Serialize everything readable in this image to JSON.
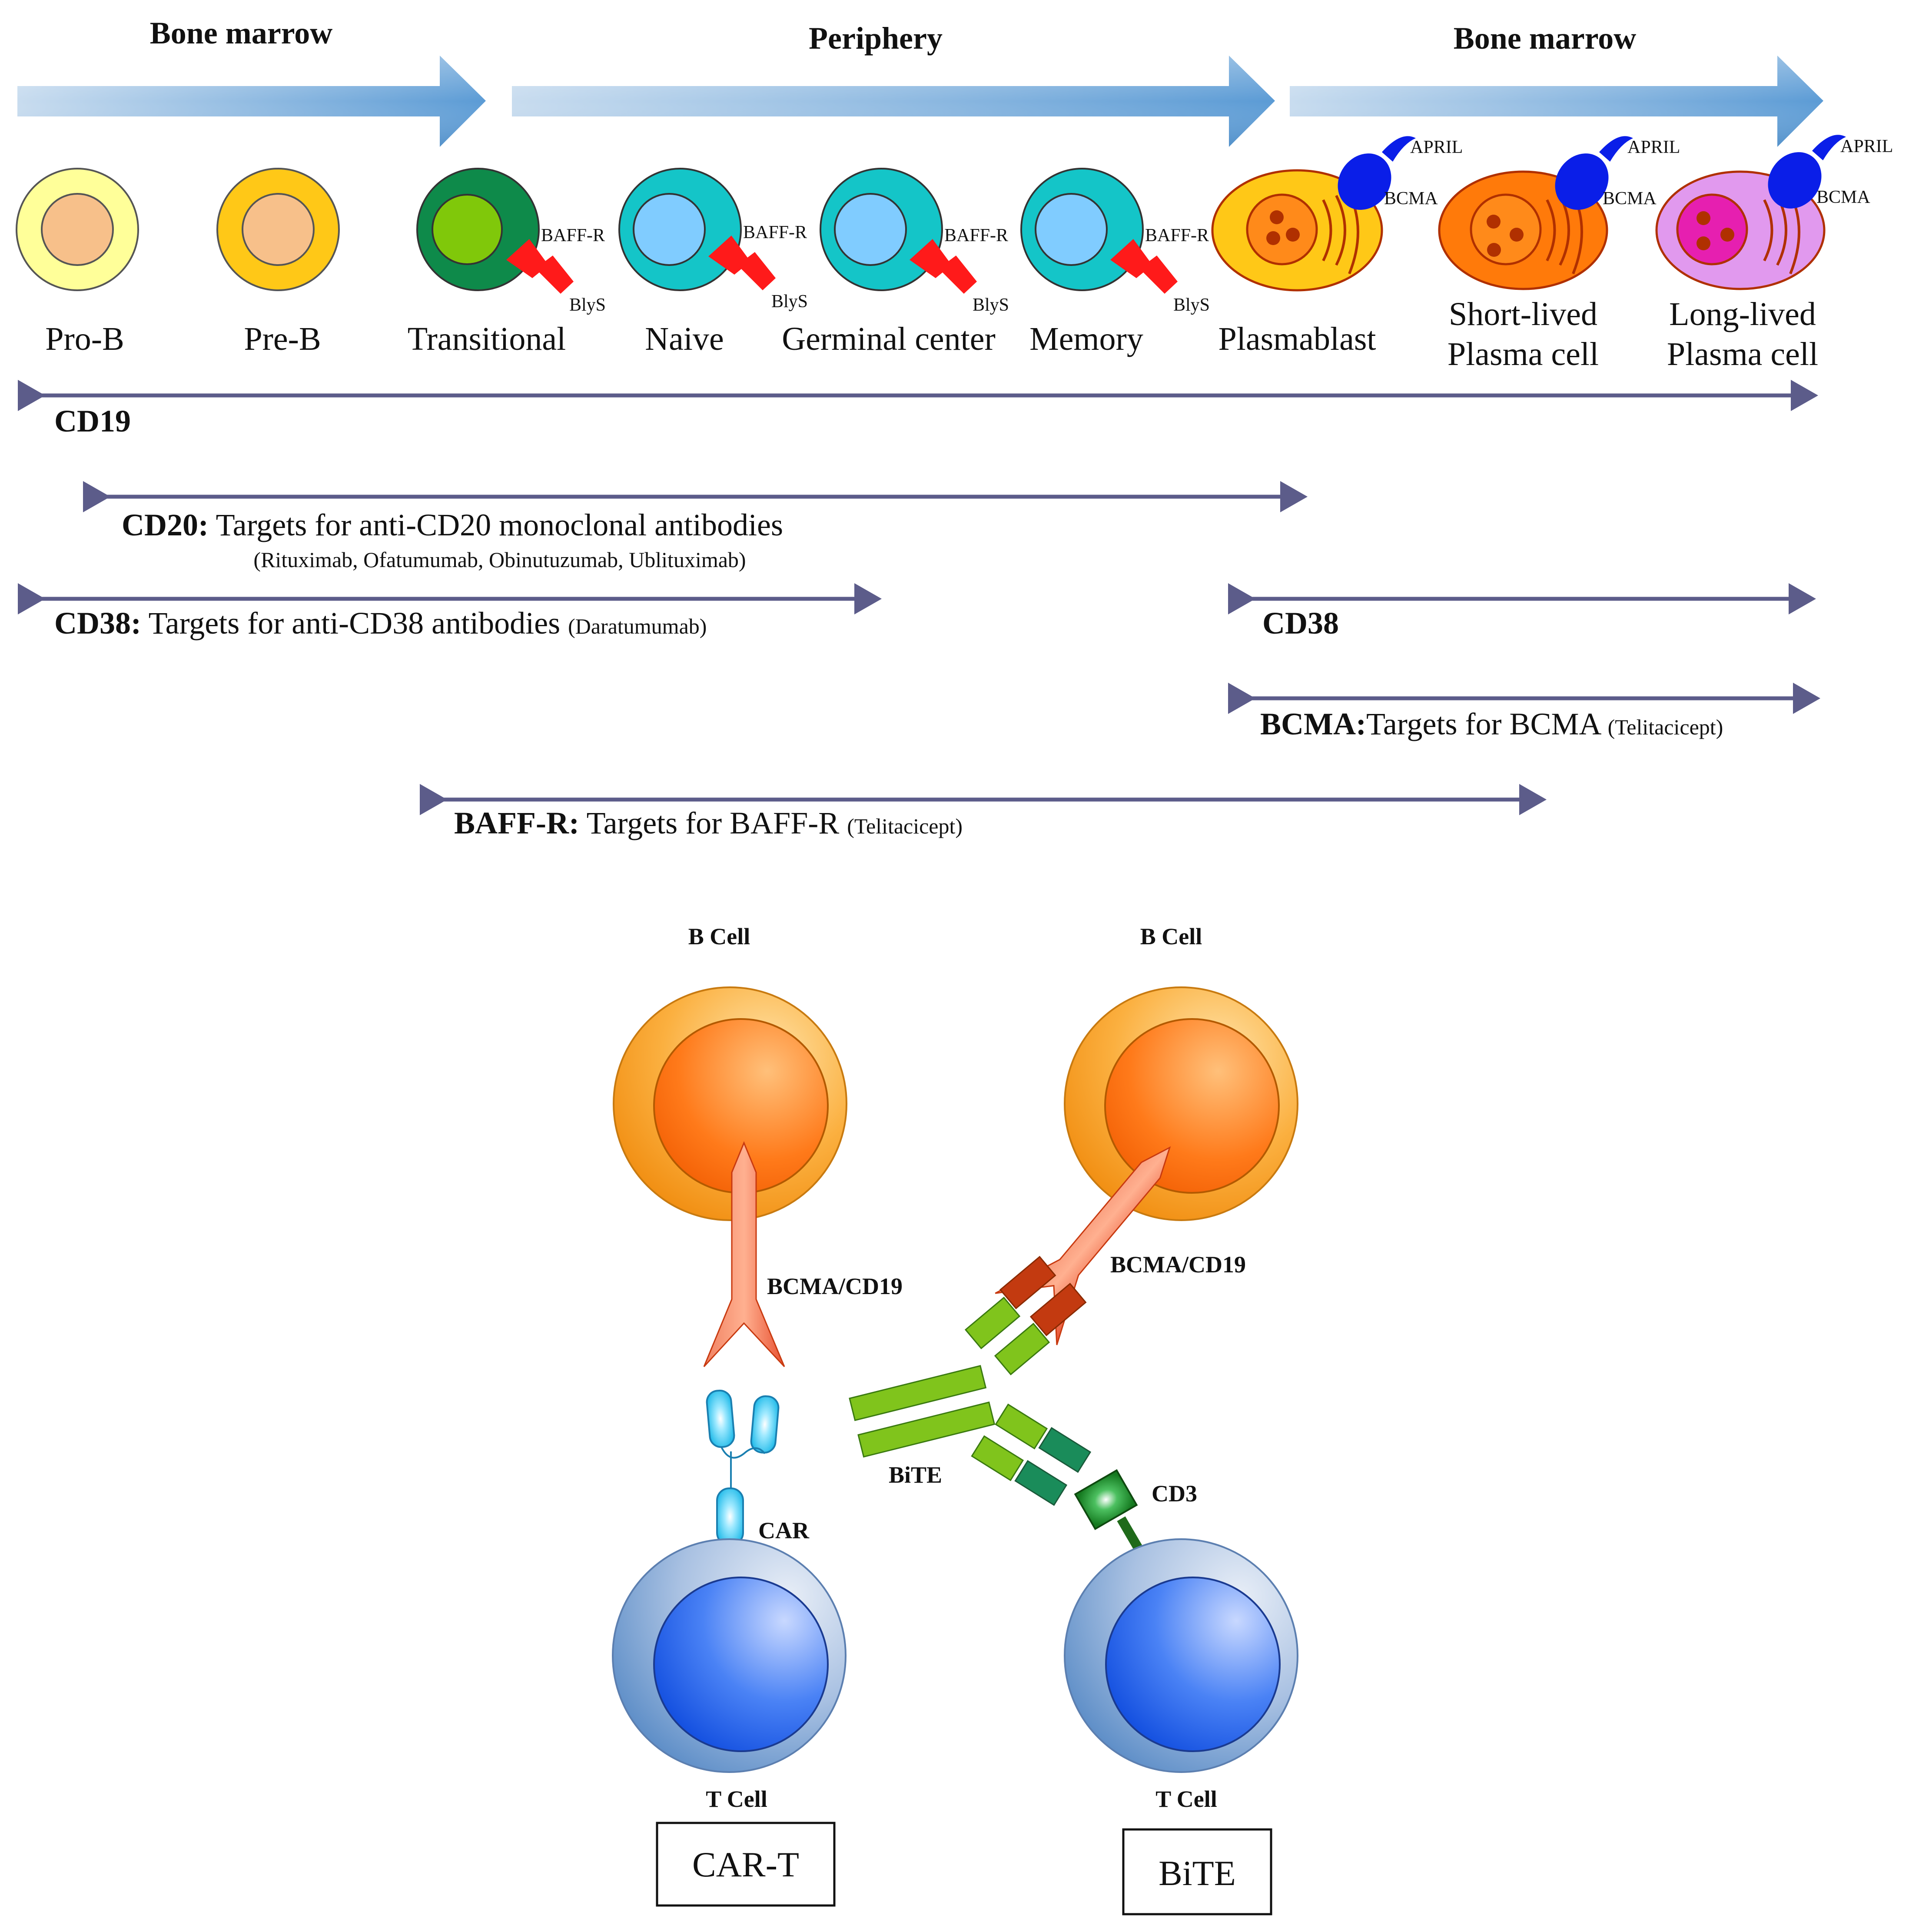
{
  "compartments": {
    "bone_marrow_left": "Bone marrow",
    "periphery": "Periphery",
    "bone_marrow_right": "Bone marrow"
  },
  "stages": {
    "pro_b": "Pro-B",
    "pre_b": "Pre-B",
    "transitional": "Transitional",
    "naive": "Naive",
    "germinal_center": "Germinal center",
    "memory": "Memory",
    "plasmablast": "Plasmablast",
    "short_lived_1": "Short-lived",
    "short_lived_2": "Plasma cell",
    "long_lived_1": "Long-lived",
    "long_lived_2": "Plasma cell"
  },
  "receptors": {
    "baff_r": "BAFF-R",
    "blys": "BlyS",
    "april": "APRIL",
    "bcma": "BCMA"
  },
  "markers": {
    "cd19": {
      "name": "CD19"
    },
    "cd20": {
      "name": "CD20:",
      "desc": " Targets for anti-CD20 monoclonal antibodies",
      "drugs": "(Rituximab, Ofatumumab, Obinutuzumab, Ublituximab)"
    },
    "cd38_left": {
      "name": "CD38:",
      "desc": " Targets for anti-CD38 antibodies ",
      "drugs": "(Daratumumab)"
    },
    "cd38_right": {
      "name": "CD38"
    },
    "bcma": {
      "name": "BCMA:",
      "desc": "Targets for BCMA ",
      "drugs": "(Telitacicept)"
    },
    "baff_r": {
      "name": "BAFF-R:",
      "desc": " Targets for BAFF-R ",
      "drugs": "(Telitacicept)"
    }
  },
  "therapy": {
    "b_cell_left": "B Cell",
    "b_cell_right": "B Cell",
    "target_left": "BCMA/CD19",
    "target_right": "BCMA/CD19",
    "car": "CAR",
    "bite_molecule": "BiTE",
    "cd3": "CD3",
    "t_cell_left": "T Cell",
    "t_cell_right": "T Cell",
    "box_left": "CAR-T",
    "box_right": "BiTE"
  },
  "colors": {
    "flow_arrow": "#5b9bd5",
    "range_arrow": "#5c5c8a",
    "b_cell_outer": "#f7a21d",
    "b_cell_inner": "#ff7a1a",
    "t_cell_outer": "#8fb2da",
    "t_cell_inner": "#2f6df2",
    "baff_r": "#ff1a1a",
    "bcma": "#0a1ee8",
    "bite_green": "#80c41c",
    "bite_dark_green": "#1a8c5a",
    "cd3_green": "#1f8a2a",
    "car_cyan": "#2ec8f0"
  }
}
